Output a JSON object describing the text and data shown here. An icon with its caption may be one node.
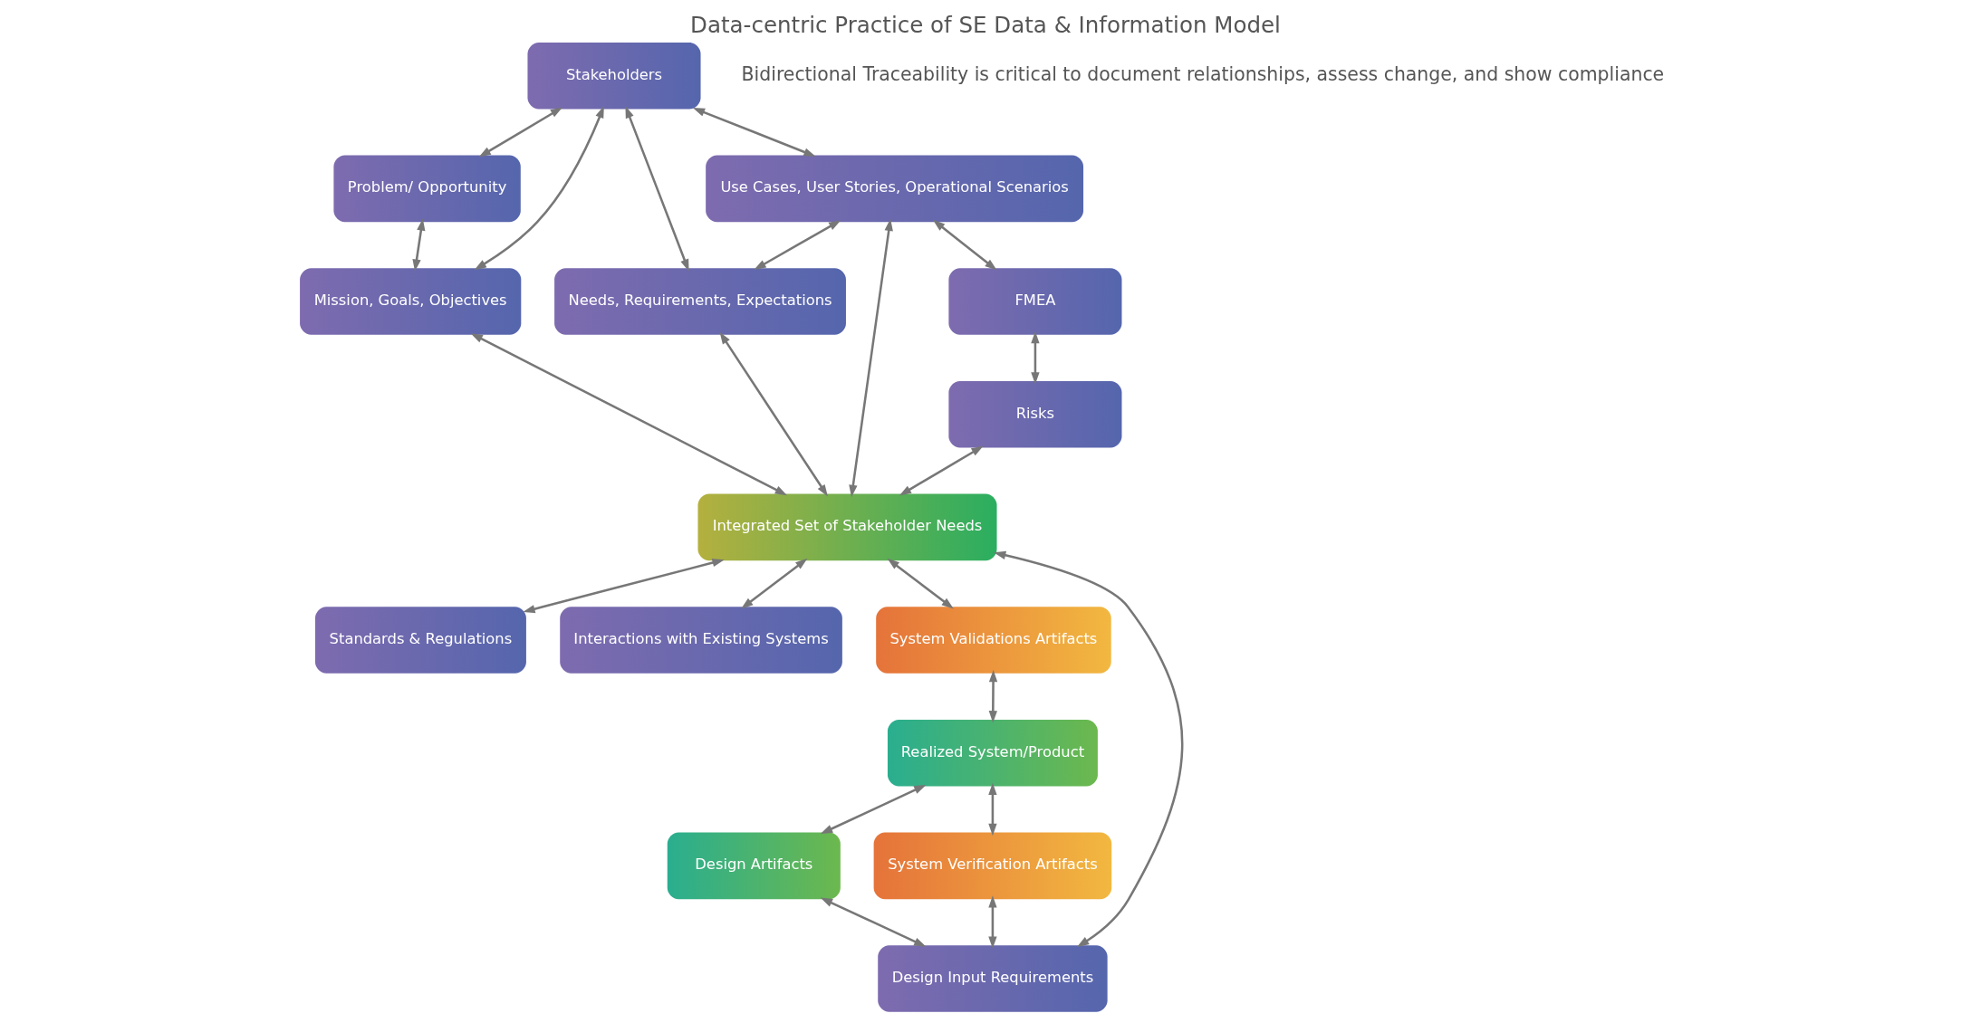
{
  "diagram": {
    "title": "Data-centric Practice of SE Data & Information Model",
    "nodes": [
      {
        "text": [
          "Problem/ Opportunity"
        ]
      },
      {
        "text": [
          "Stakeholders"
        ]
      },
      {
        "text": [
          "Mission, Goals, Objectives"
        ]
      },
      {
        "text": [
          "Needs, Requirements, Expectations"
        ]
      },
      {
        "text": [
          "Use Cases, User Stories, Operational Scenarios"
        ]
      },
      {
        "text": [
          "Integrated Set of Stakeholder Needs"
        ]
      },
      {
        "text": [
          "FMEA"
        ]
      },
      {
        "text": [
          "Risks"
        ]
      },
      {
        "text": [
          "Standards & Regulations"
        ]
      },
      {
        "text": [
          "Interactions with Existing Systems"
        ]
      },
      {
        "text": [
          "Realized System/Product"
        ]
      },
      {
        "text": [
          "System Validations Artifacts"
        ]
      },
      {
        "text": [
          "Design Artifacts"
        ]
      },
      {
        "text": [
          "System Verification Artifacts"
        ]
      },
      {
        "text": [
          "Design Input Requirements"
        ]
      }
    ],
    "edges": [
      {
        "from": 1,
        "to": 0,
        "arrow": "both"
      },
      {
        "from": 0,
        "to": 2,
        "arrow": "both"
      },
      {
        "from": 1,
        "to": 2,
        "arrow": "both"
      },
      {
        "from": 1,
        "to": 3,
        "arrow": "both"
      },
      {
        "from": 1,
        "to": 4,
        "arrow": "both"
      },
      {
        "from": 4,
        "to": 3,
        "arrow": "both"
      },
      {
        "from": 2,
        "to": 5,
        "arrow": "both"
      },
      {
        "from": 3,
        "to": 5,
        "arrow": "both"
      },
      {
        "from": 4,
        "to": 5,
        "arrow": "both"
      },
      {
        "from": 4,
        "to": 6,
        "arrow": "both"
      },
      {
        "from": 6,
        "to": 7,
        "arrow": "both"
      },
      {
        "from": 7,
        "to": 5,
        "arrow": "both"
      },
      {
        "from": 5,
        "to": 8,
        "arrow": "both"
      },
      {
        "from": 5,
        "to": 9,
        "arrow": "both"
      },
      {
        "from": 5,
        "to": 11,
        "arrow": "both"
      },
      {
        "from": 5,
        "to": 14,
        "arrow": "both"
      },
      {
        "from": 11,
        "to": 10,
        "arrow": "both"
      },
      {
        "from": 10,
        "to": 12,
        "arrow": "both"
      },
      {
        "from": 10,
        "to": 13,
        "arrow": "both"
      },
      {
        "from": 12,
        "to": 14,
        "arrow": "both"
      },
      {
        "from": 13,
        "to": 14,
        "arrow": "both"
      }
    ],
    "labels": [
      "Bidirectional Traceability is critical to document relationships, assess change, and show compliance"
    ]
  }
}
